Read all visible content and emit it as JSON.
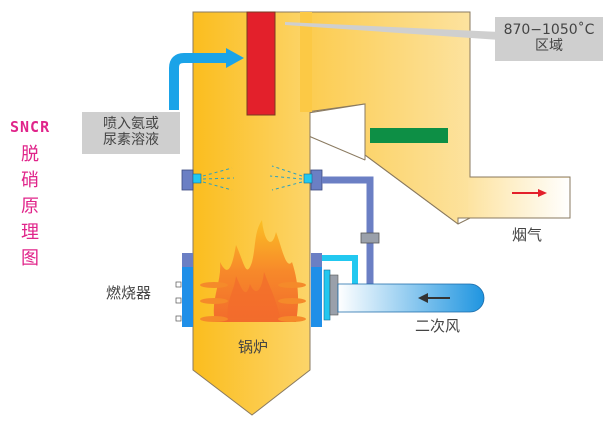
{
  "title": {
    "prefix": "SNCR",
    "chars": [
      "脱",
      "硝",
      "原",
      "理",
      "图"
    ]
  },
  "labels": {
    "injection_line1": "喷入氨或",
    "injection_line2": "尿素溶液",
    "temp_zone_line1": "870−1050˚C",
    "temp_zone_line2": "区域",
    "burner": "燃烧器",
    "boiler": "锅炉",
    "flue_gas": "烟气",
    "secondary_air": "二次风"
  },
  "colors": {
    "title": "#e0248a",
    "boiler_fill": "#fbbf24",
    "boiler_light": "#fde9b6",
    "temp_zone_block": "#e3202b",
    "heat_exchanger": "#0d8f45",
    "injection_arrow": "#1aa3e8",
    "pipe": "#6b7fc4",
    "nozzle": "#22c8f0",
    "flue_arrow": "#e3202b",
    "air_arrow": "#333333",
    "label_box": "#cfcfcf"
  }
}
